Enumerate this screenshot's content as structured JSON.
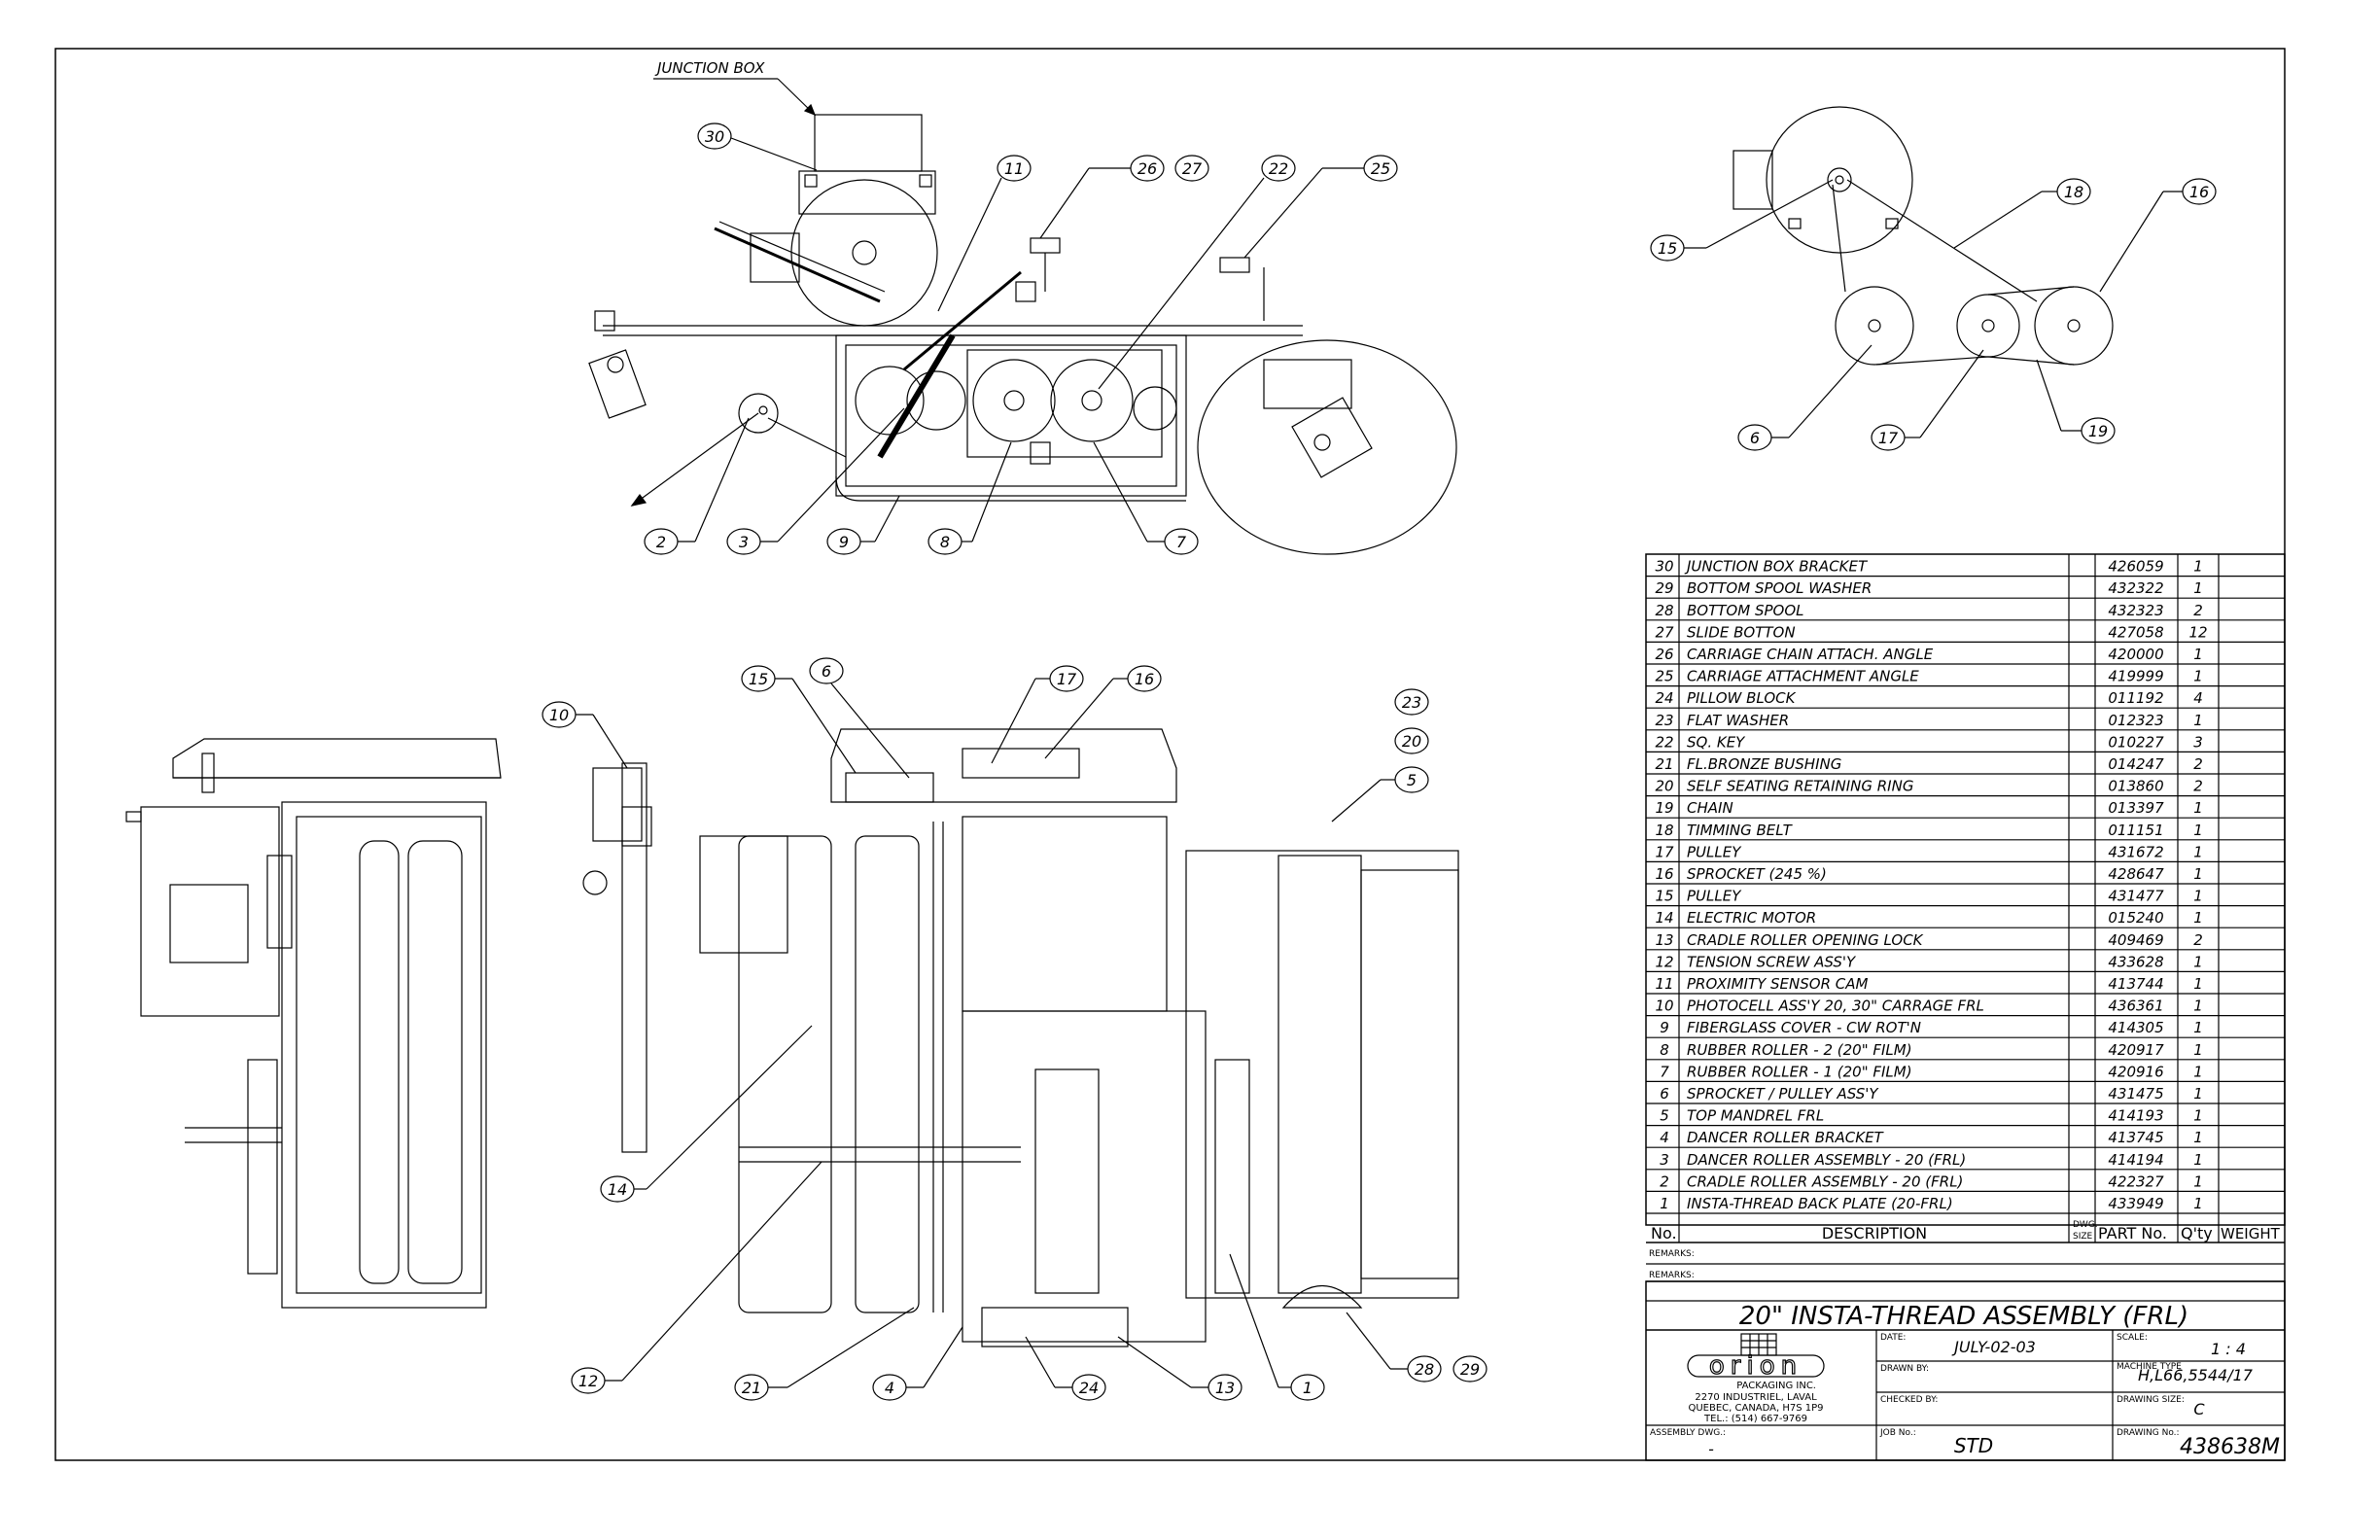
{
  "callouts": {
    "junction_box": "JUNCTION BOX"
  },
  "balloons": {
    "top_view": [
      "30",
      "11",
      "26",
      "27",
      "22",
      "25",
      "2",
      "3",
      "9",
      "8",
      "7"
    ],
    "motor_view": [
      "15",
      "18",
      "16",
      "6",
      "17",
      "19"
    ],
    "side_view": [
      "10",
      "15",
      "6",
      "17",
      "16",
      "23",
      "20",
      "5",
      "14",
      "12",
      "21",
      "4",
      "24",
      "13",
      "1",
      "28",
      "29"
    ]
  },
  "bom": {
    "rows": [
      {
        "no": "30",
        "desc": "JUNCTION BOX BRACKET",
        "part": "426059",
        "qty": "1"
      },
      {
        "no": "29",
        "desc": "BOTTOM SPOOL WASHER",
        "part": "432322",
        "qty": "1"
      },
      {
        "no": "28",
        "desc": "BOTTOM SPOOL",
        "part": "432323",
        "qty": "2"
      },
      {
        "no": "27",
        "desc": "SLIDE BOTTON",
        "part": "427058",
        "qty": "12"
      },
      {
        "no": "26",
        "desc": "CARRIAGE CHAIN ATTACH. ANGLE",
        "part": "420000",
        "qty": "1"
      },
      {
        "no": "25",
        "desc": "CARRIAGE ATTACHMENT ANGLE",
        "part": "419999",
        "qty": "1"
      },
      {
        "no": "24",
        "desc": "PILLOW BLOCK",
        "part": "011192",
        "qty": "4"
      },
      {
        "no": "23",
        "desc": "FLAT WASHER",
        "part": "012323",
        "qty": "1"
      },
      {
        "no": "22",
        "desc": "SQ. KEY",
        "part": "010227",
        "qty": "3"
      },
      {
        "no": "21",
        "desc": "FL.BRONZE BUSHING",
        "part": "014247",
        "qty": "2"
      },
      {
        "no": "20",
        "desc": "SELF SEATING RETAINING RING",
        "part": "013860",
        "qty": "2"
      },
      {
        "no": "19",
        "desc": "CHAIN",
        "part": "013397",
        "qty": "1"
      },
      {
        "no": "18",
        "desc": "TIMMING BELT",
        "part": "011151",
        "qty": "1"
      },
      {
        "no": "17",
        "desc": "PULLEY",
        "part": "431672",
        "qty": "1"
      },
      {
        "no": "16",
        "desc": "SPROCKET (245 %)",
        "part": "428647",
        "qty": "1"
      },
      {
        "no": "15",
        "desc": "PULLEY",
        "part": "431477",
        "qty": "1"
      },
      {
        "no": "14",
        "desc": "ELECTRIC MOTOR",
        "part": "015240",
        "qty": "1"
      },
      {
        "no": "13",
        "desc": "CRADLE ROLLER OPENING LOCK",
        "part": "409469",
        "qty": "2"
      },
      {
        "no": "12",
        "desc": "TENSION SCREW ASS'Y",
        "part": "433628",
        "qty": "1"
      },
      {
        "no": "11",
        "desc": "PROXIMITY SENSOR CAM",
        "part": "413744",
        "qty": "1"
      },
      {
        "no": "10",
        "desc": "PHOTOCELL ASS'Y 20, 30\" CARRAGE FRL",
        "part": "436361",
        "qty": "1"
      },
      {
        "no": "9",
        "desc": "FIBERGLASS COVER - CW ROT'N",
        "part": "414305",
        "qty": "1"
      },
      {
        "no": "8",
        "desc": "RUBBER ROLLER - 2 (20\" FILM)",
        "part": "420917",
        "qty": "1"
      },
      {
        "no": "7",
        "desc": "RUBBER ROLLER - 1 (20\" FILM)",
        "part": "420916",
        "qty": "1"
      },
      {
        "no": "6",
        "desc": "SPROCKET / PULLEY ASS'Y",
        "part": "431475",
        "qty": "1"
      },
      {
        "no": "5",
        "desc": "TOP MANDREL FRL",
        "part": "414193",
        "qty": "1"
      },
      {
        "no": "4",
        "desc": "DANCER ROLLER  BRACKET",
        "part": "413745",
        "qty": "1"
      },
      {
        "no": "3",
        "desc": "DANCER ROLLER ASSEMBLY - 20 (FRL)",
        "part": "414194",
        "qty": "1"
      },
      {
        "no": "2",
        "desc": "CRADLE ROLLER ASSEMBLY - 20 (FRL)",
        "part": "422327",
        "qty": "1"
      },
      {
        "no": "1",
        "desc": "INSTA-THREAD BACK PLATE (20-FRL)",
        "part": "433949",
        "qty": "1"
      }
    ],
    "headers": {
      "no": "No.",
      "description": "DESCRIPTION",
      "dwg_size_1": "DWG.",
      "dwg_size_2": "SIZE",
      "part_no": "PART No.",
      "qty": "Q'ty",
      "weight": "WEIGHT"
    },
    "remarks_1": "REMARKS:",
    "remarks_2": "REMARKS:"
  },
  "title_block": {
    "title": "20\" INSTA-THREAD ASSEMBLY (FRL)",
    "company_logo": "orion",
    "company_name": "PACKAGING INC.",
    "address_1": "2270 INDUSTRIEL, LAVAL",
    "address_2": "QUEBEC, CANADA, H7S 1P9",
    "phone": "TEL.: (514) 667-9769",
    "date_label": "DATE:",
    "date": "JULY-02-03",
    "drawn_by_label": "DRAWN BY:",
    "drawn_by": "",
    "checked_by_label": "CHECKED BY:",
    "checked_by": "",
    "scale_label": "SCALE:",
    "scale": "1 : 4",
    "machine_type_label": "MACHINE TYPE",
    "machine_type": "H,L66,5544/17",
    "drawing_size_label": "DRAWING SIZE:",
    "drawing_size": "C",
    "assembly_dwg_label": "ASSEMBLY DWG.:",
    "assembly_dwg": "-",
    "job_no_label": "JOB No.:",
    "job_no": "STD",
    "drawing_no_label": "DRAWING No.:",
    "drawing_no": "438638M"
  }
}
